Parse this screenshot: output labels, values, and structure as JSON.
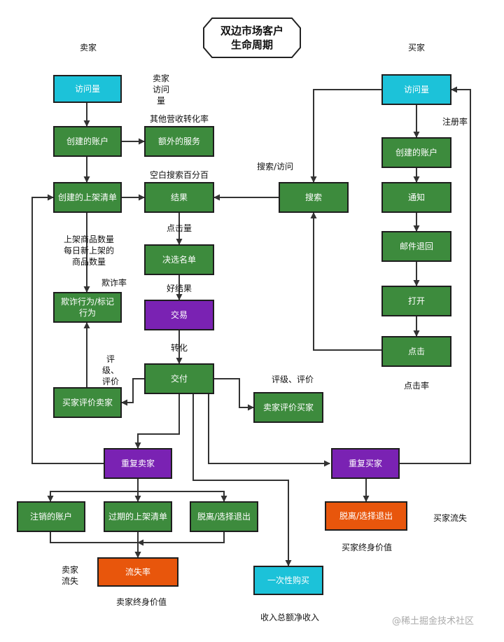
{
  "title": "双边市场客户\n生命周期",
  "columns": {
    "seller": "卖家",
    "buyer": "买家"
  },
  "nodes": {
    "s_visits": "访问量",
    "s_account": "创建的账户",
    "s_extra": "额外的服务",
    "s_listing": "创建的上架清单",
    "results": "结果",
    "search": "搜索",
    "shortlist": "决选名单",
    "fraud": "欺诈行为/标记行为",
    "transaction": "交易",
    "delivery": "交付",
    "buyer_rates_seller": "买家评价卖家",
    "seller_rates_buyer": "卖家评价买家",
    "repeat_seller": "重复卖家",
    "repeat_buyer": "重复买家",
    "cancel_account": "注销的账户",
    "expired_listing": "过期的上架清单",
    "s_optout": "脱离/选择退出",
    "churn": "流失率",
    "one_time": "一次性购买",
    "b_optout": "脱离/选择退出",
    "b_visits": "访问量",
    "b_account": "创建的账户",
    "notify": "通知",
    "bounce": "邮件退回",
    "open": "打开",
    "click": "点击"
  },
  "labels": {
    "seller_visits": "卖家\n访问\n量",
    "other_conv": "其他营收转化率",
    "blank_search": "空白搜索百分百",
    "search_visit": "搜索/访问",
    "clicks": "点击量",
    "listing_counts": "上架商品数量\n每日新上架的\n商品数量",
    "fraud_rate": "欺诈率",
    "good_results": "好结果",
    "conversion": "转化",
    "rating_left": "评\n级、\n评价",
    "rating_right": "评级、评价",
    "signup_rate": "注册率",
    "click_rate": "点击率",
    "buyer_churn": "买家流失",
    "buyer_ltv": "买家终身价值",
    "seller_churn": "卖家\n流失",
    "seller_ltv": "卖家终身价值",
    "net_revenue": "收入总额净收入"
  },
  "watermark": "@稀土掘金技术社区",
  "colors": {
    "green": "#3d8b3d",
    "cyan": "#1cc2d9",
    "purple": "#7a22b3",
    "orange": "#e8560c",
    "line": "#333333"
  }
}
